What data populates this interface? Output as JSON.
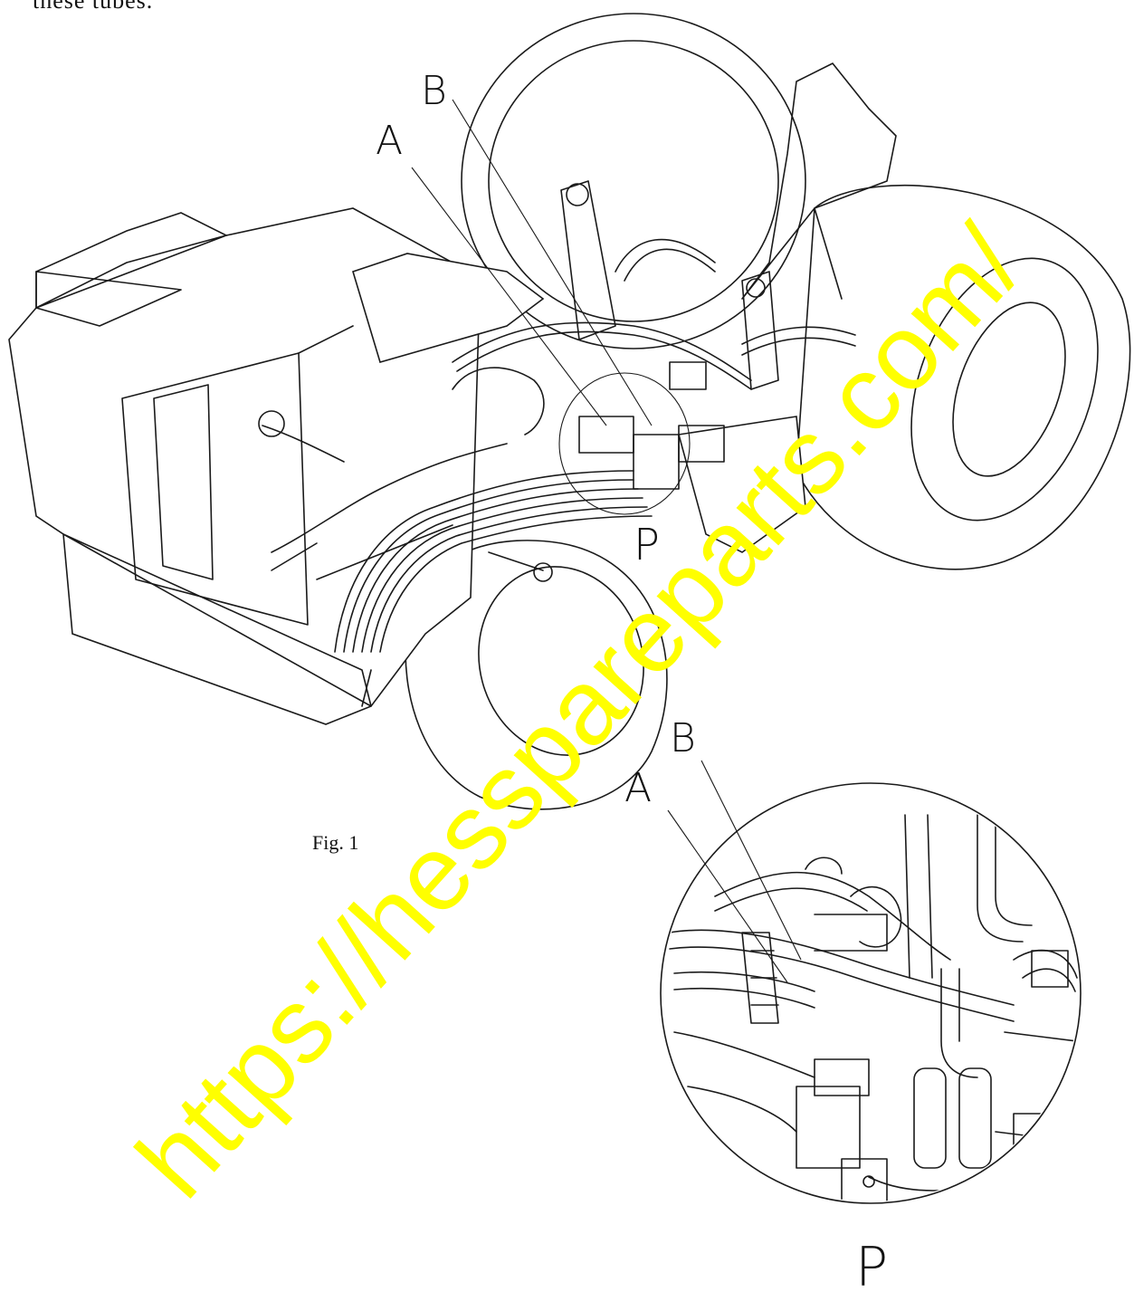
{
  "page": {
    "top_text": "these tubes.",
    "caption": "Fig. 1"
  },
  "callouts": {
    "main_a": "A",
    "main_b": "B",
    "main_p": "P",
    "inset_a": "A",
    "inset_b": "B",
    "inset_p": "P"
  },
  "watermark": {
    "text": "https://hesspareparts.com/",
    "color": "#ffff00"
  }
}
